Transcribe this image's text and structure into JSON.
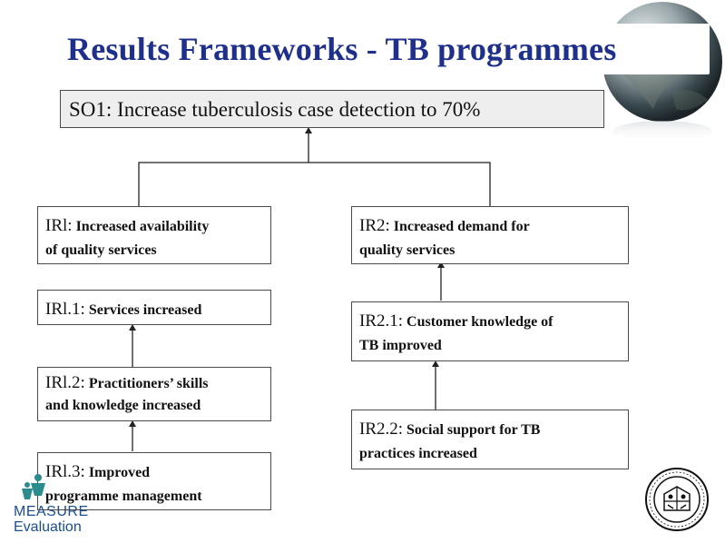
{
  "title": "Results Frameworks -  TB programmes",
  "so1": "SO1: Increase tuberculosis case detection  to 70%",
  "ir1": {
    "code": "IRl:",
    "text1": "Increased availability",
    "text2": "of quality services"
  },
  "ir11": {
    "code": "IRl.1:",
    "text1": "Services increased"
  },
  "ir12": {
    "code": "IRl.2:",
    "text1": "Practitioners’ skills",
    "text2": "and knowledge increased"
  },
  "ir13": {
    "code": "IRl.3:",
    "text1": "Improved",
    "text2": "programme management"
  },
  "ir2": {
    "code": "IR2:",
    "text1": "Increased demand for",
    "text2": "quality services"
  },
  "ir21": {
    "code": "IR2.1:",
    "text1": "Customer knowledge of",
    "text2": "TB improved"
  },
  "ir22": {
    "code": "IR2.2:",
    "text1": "Social support for TB",
    "text2": "practices increased"
  },
  "logo": {
    "line1": "MEASURE",
    "line2": "Evaluation"
  },
  "colors": {
    "title": "#1f2f8c",
    "so1_fill": "#eeeeee",
    "logo": "#1a4e8f"
  },
  "icons": [
    "globe-image",
    "measure-evaluation-logo",
    "university-seal"
  ]
}
